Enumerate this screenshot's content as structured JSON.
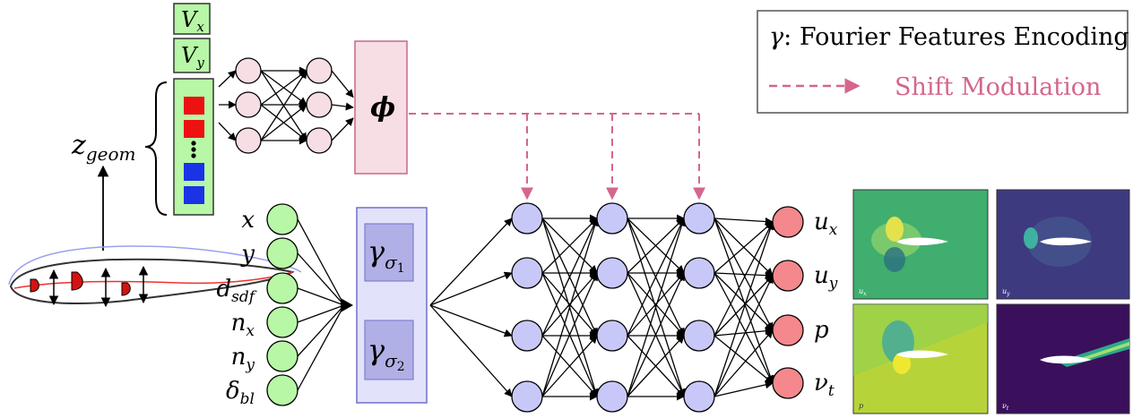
{
  "legend": {
    "gamma_symbol": "γ",
    "fourier_label": ": Fourier Features Encoding",
    "shift_label": "Shift Modulation"
  },
  "latent": {
    "label_main": "z",
    "label_sub": "geom",
    "vx_main": "V",
    "vx_sub": "x",
    "vy_main": "V",
    "vy_sub": "y",
    "dots": "⋮"
  },
  "hypernet": {
    "phi": "ϕ"
  },
  "inputs": [
    {
      "main": "x",
      "sub": ""
    },
    {
      "main": "y",
      "sub": ""
    },
    {
      "main": "d",
      "sub": "sdf"
    },
    {
      "main": "n",
      "sub": "x"
    },
    {
      "main": "n",
      "sub": "y"
    },
    {
      "main": "δ",
      "sub": "bl"
    }
  ],
  "encoders": [
    {
      "main": "γ",
      "sub": "σ",
      "subsub": "1"
    },
    {
      "main": "γ",
      "sub": "σ",
      "subsub": "2"
    }
  ],
  "outputs": [
    {
      "main": "u",
      "sub": "x"
    },
    {
      "main": "u",
      "sub": "y"
    },
    {
      "main": "p",
      "sub": ""
    },
    {
      "main": "ν",
      "sub": "t"
    }
  ],
  "field_panels": [
    {
      "tag": "u",
      "tag_sub": "x",
      "bg": "#3fae6e"
    },
    {
      "tag": "u",
      "tag_sub": "y",
      "bg": "#3d3a80"
    },
    {
      "tag": "p",
      "tag_sub": "",
      "bg": "#b6d43a"
    },
    {
      "tag": "ν",
      "tag_sub": "t",
      "bg": "#3a105c"
    }
  ],
  "colors": {
    "green_node": "#b7f7a6",
    "pink_node": "#f7dde4",
    "blue_node": "#c8c8f8",
    "red_node": "#f4888c",
    "modulation": "#d5668d",
    "latent_box": "#b7f7a6",
    "red_block": "#ee1111",
    "blue_block": "#1a33e6",
    "encoder_box": "#e2e2fb",
    "encoder_inner": "#b0b0e6"
  }
}
